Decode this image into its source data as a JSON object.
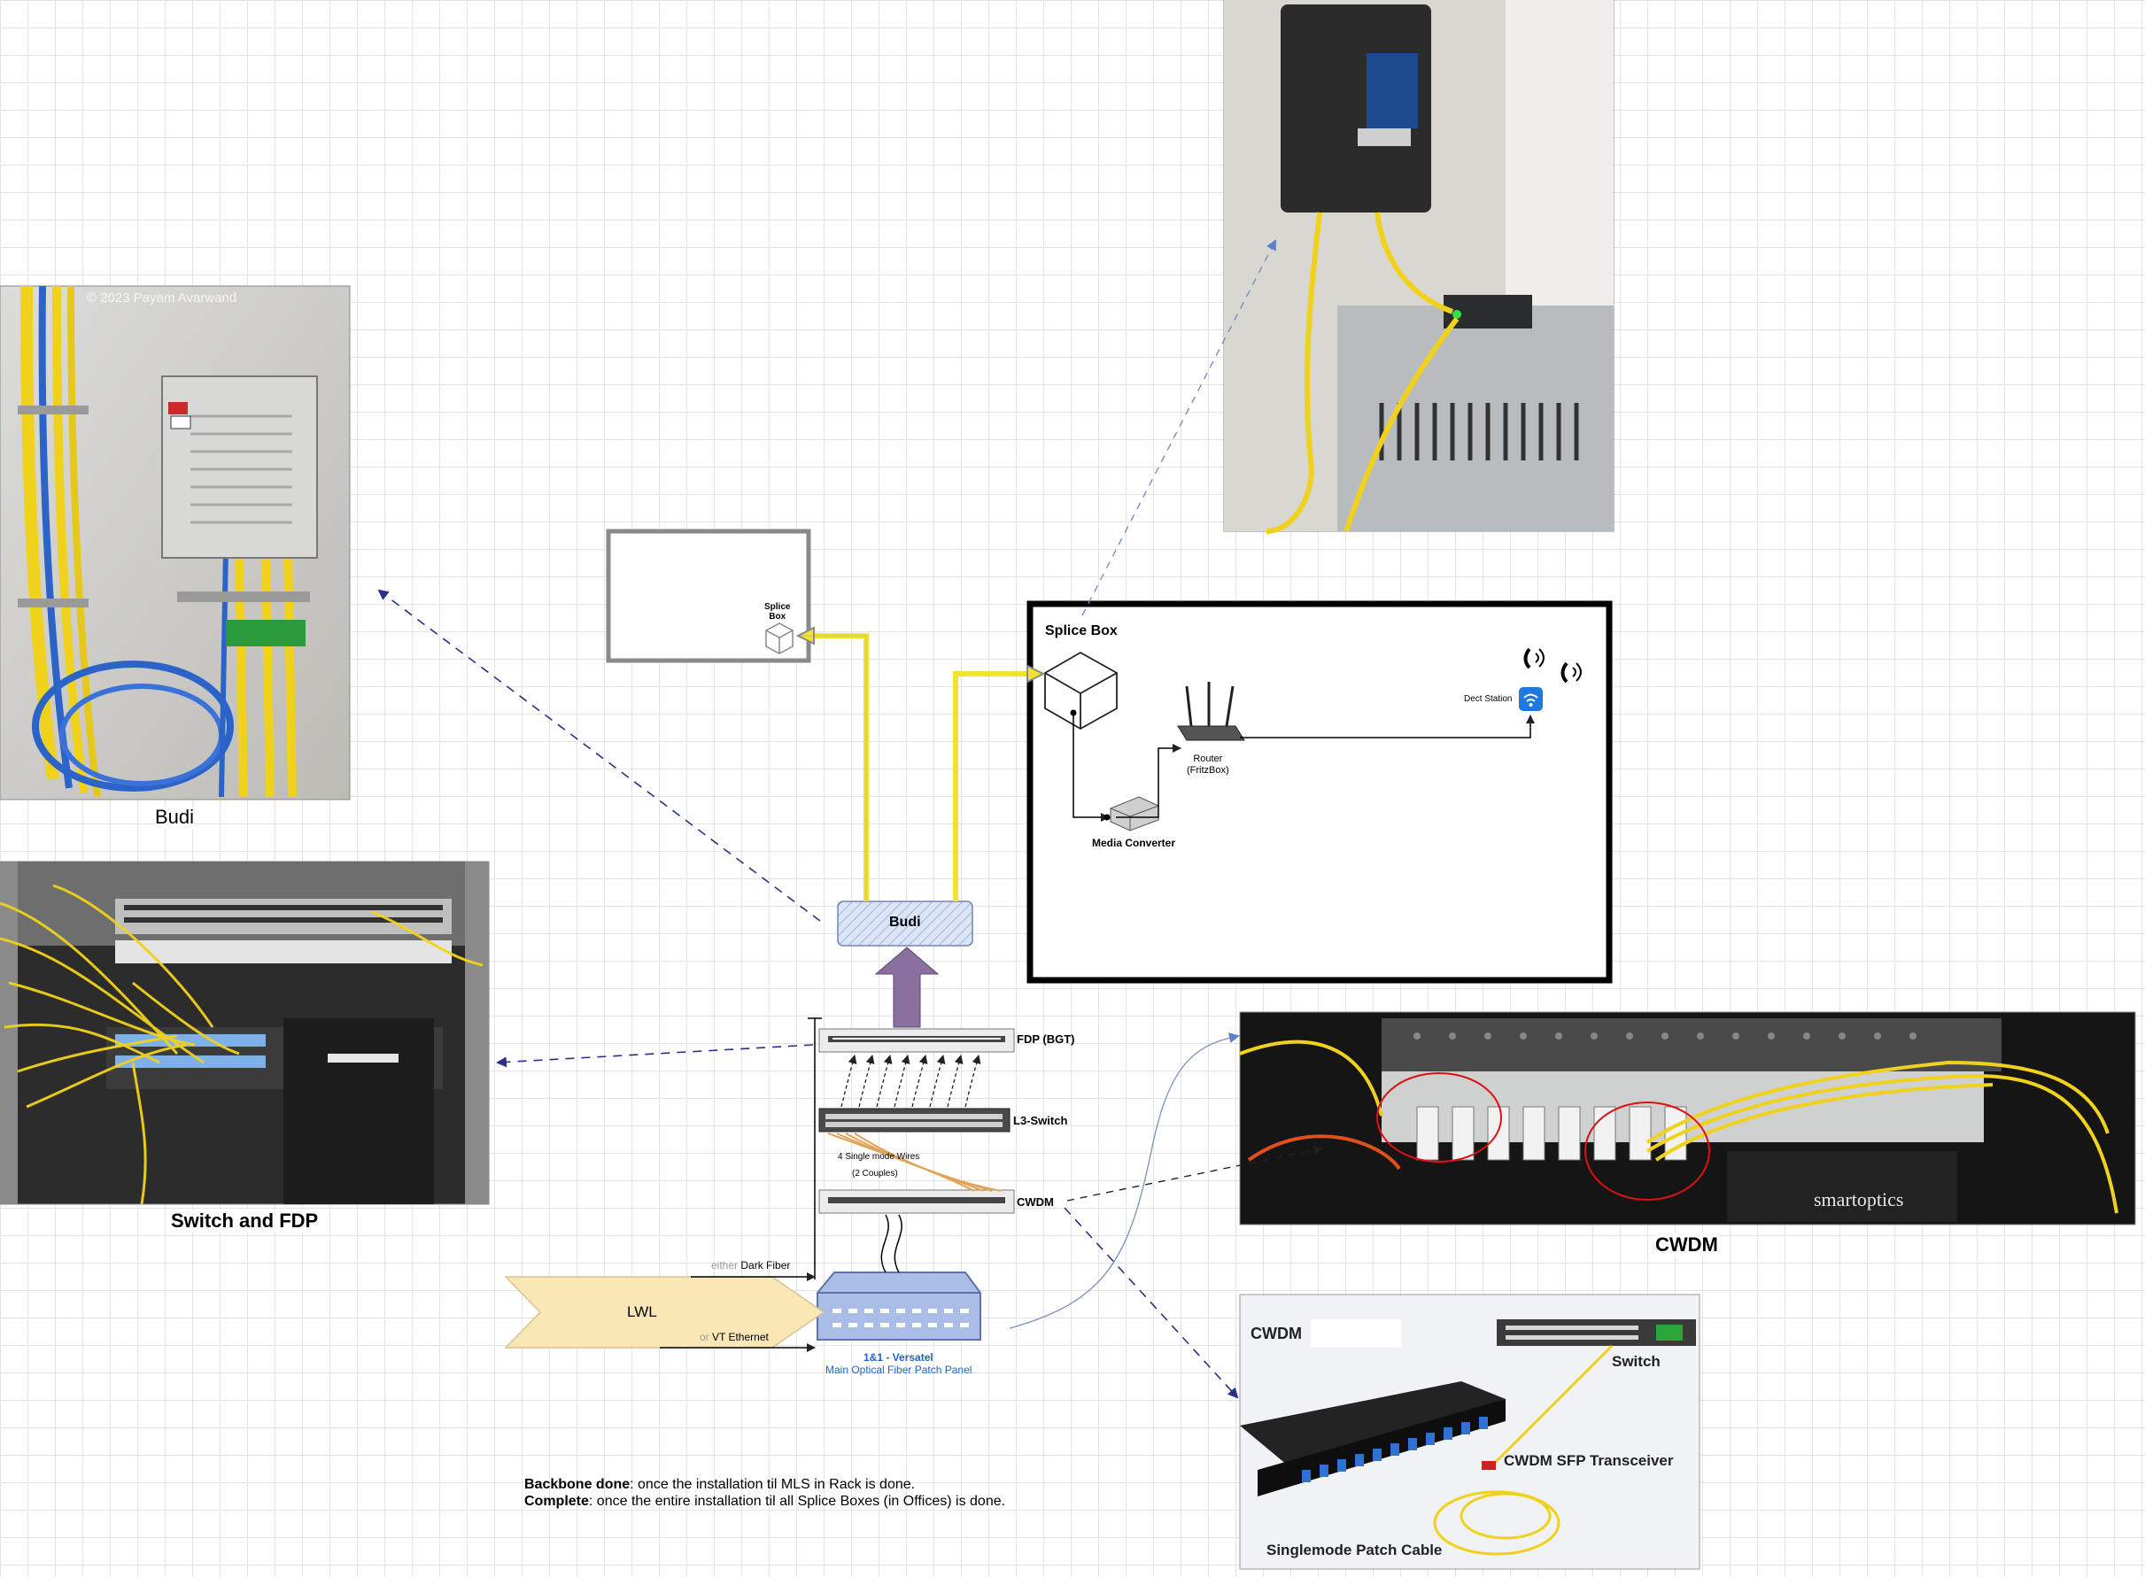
{
  "photos": {
    "budi": {
      "watermark": "© 2023 Payam Avarwand",
      "caption": "Budi"
    },
    "switch_fdp": {
      "caption": "Switch and FDP"
    },
    "cwdm_photo": {
      "caption": "CWDM",
      "brand": "smartoptics"
    },
    "cwdm_product": {
      "title": "CWDM",
      "switch": "Switch",
      "sfp": "CWDM SFP Transceiver",
      "cable": "Singlemode Patch Cable"
    }
  },
  "diagram": {
    "budi_box": "Budi",
    "small_splice": "Splice\nBox",
    "office": {
      "splice_box": "Splice Box",
      "router": "Router\n(FritzBox)",
      "media_converter": "Media Converter",
      "dect_station": "Dect Station"
    },
    "rack": {
      "fdp": "FDP (BGT)",
      "l3_switch": "L3-Switch",
      "cwdm": "CWDM",
      "wires_note": "4 Single mode Wires",
      "couples_note": "(2 Couples)"
    },
    "lwl": "LWL",
    "either_prefix": "either",
    "dark_fiber": "Dark Fiber",
    "or_prefix": "or",
    "vt_ethernet": "VT Ethernet",
    "versatel": "1&1 - Versatel",
    "main_panel": "Main Optical Fiber Patch Panel"
  },
  "notes": {
    "backbone_label": "Backbone done",
    "backbone_text": ": once the installation til MLS in Rack is done.",
    "complete_label": "Complete",
    "complete_text": ": once the entire installation til all Splice Boxes (in Offices) is done."
  },
  "colors": {
    "fiber": "#f3e22b",
    "cable_blue": "#2b63c8",
    "budi_fill": "#dbe5f6",
    "arrow_purple": "#8b6f9e",
    "lwl_fill": "#fbe7b6",
    "versatel_blue": "#1c65c8"
  }
}
